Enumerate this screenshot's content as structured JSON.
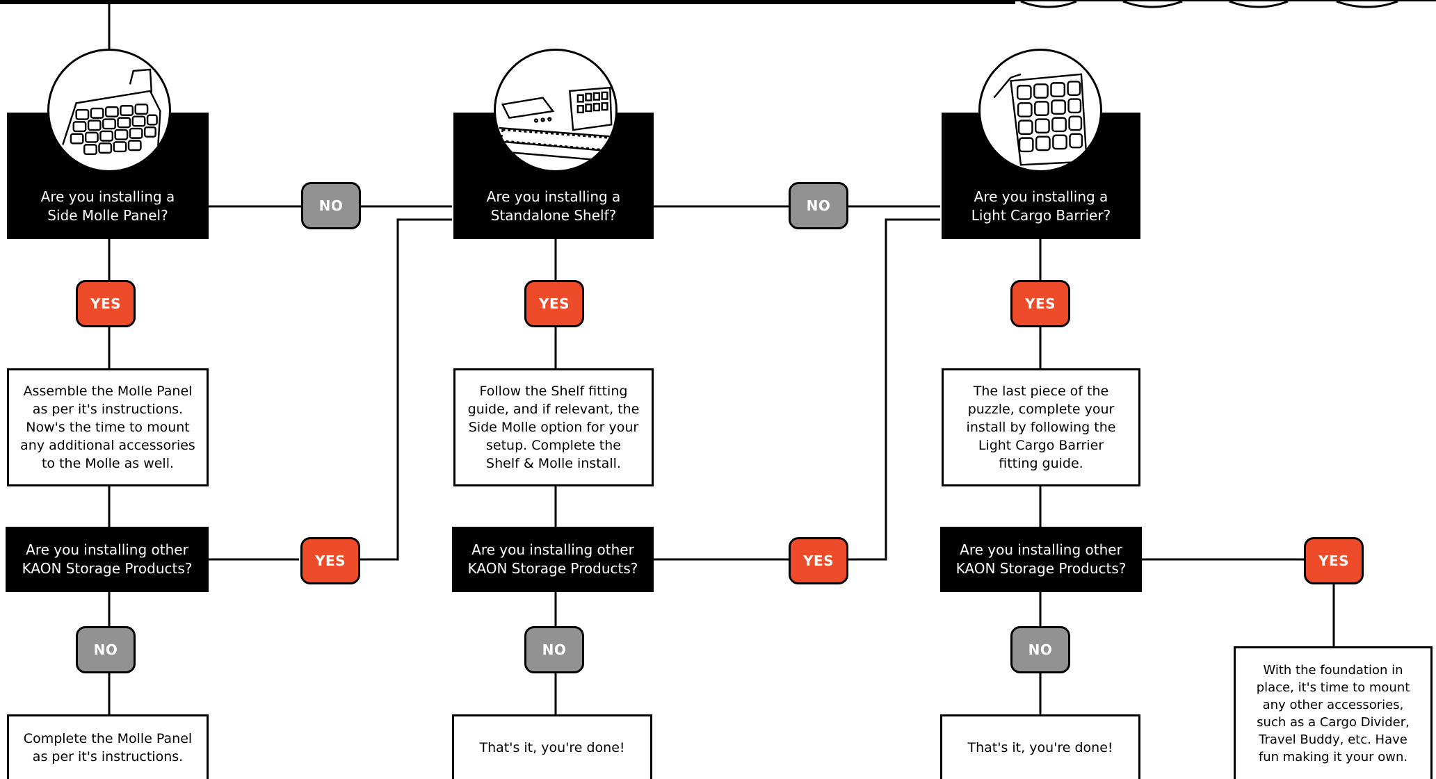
{
  "colors": {
    "yes": "#ee4b2b",
    "no": "#929292",
    "dark": "#000000"
  },
  "column1": {
    "icon": "side-molle-panel-icon",
    "question": "Are you installing a\nSide Molle Panel?",
    "yes_label": "YES",
    "no_label": "NO",
    "step": "Assemble the Molle Panel\nas per it's instructions.\nNow's the time to mount\nany additional accessories\nto the Molle as well.",
    "other_question": "Are you installing other\nKAON Storage Products?",
    "other_yes_label": "YES",
    "other_no_label": "NO",
    "end": "Complete the Molle Panel\nas per it's instructions."
  },
  "column2": {
    "icon": "standalone-shelf-icon",
    "question": "Are you installing a\nStandalone Shelf?",
    "yes_label": "YES",
    "no_label": "NO",
    "step": "Follow the Shelf fitting\nguide, and if relevant, the\nSide Molle option for your\nsetup. Complete the\nShelf & Molle install.",
    "other_question": "Are you installing other\nKAON Storage Products?",
    "other_yes_label": "YES",
    "other_no_label": "NO",
    "end": "That's it, you're done!"
  },
  "column3": {
    "icon": "light-cargo-barrier-icon",
    "question": "Are you installing a\nLight Cargo Barrier?",
    "yes_label": "YES",
    "step": "The last piece of the\npuzzle, complete your\ninstall by following the\nLight Cargo Barrier\nfitting guide.",
    "other_question": "Are you installing other\nKAON Storage Products?",
    "other_yes_label": "YES",
    "other_no_label": "NO",
    "end": "That's it, you're done!"
  },
  "final": {
    "text": "With the foundation in\nplace, it's time to mount\nany other accessories,\nsuch as a Cargo Divider,\nTravel Buddy, etc. Have\nfun making it your own."
  }
}
